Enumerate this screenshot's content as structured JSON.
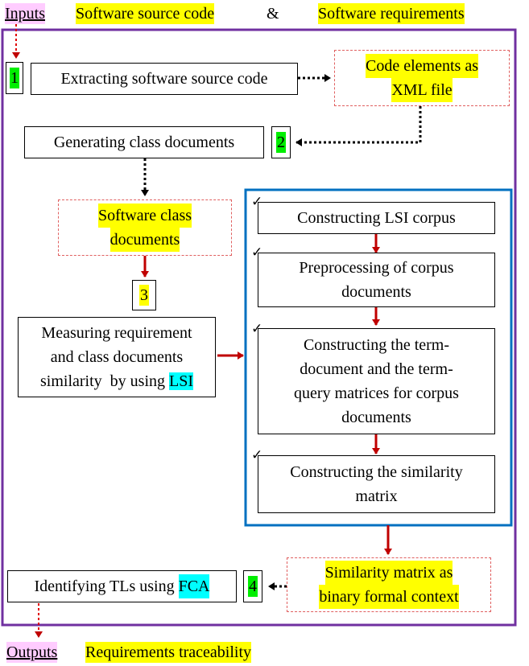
{
  "header": {
    "inputs_label": "Inputs",
    "source_code": "Software source code",
    "ampersand": "&",
    "requirements": "Software requirements"
  },
  "footer": {
    "outputs_label": "Outputs",
    "traceability": "Requirements traceability"
  },
  "steps": {
    "s1": {
      "num": "1",
      "text": "Extracting software source code"
    },
    "code_elements": {
      "line1": "Code elements as",
      "line2": "XML file"
    },
    "s2": {
      "num": "2",
      "text": "Generating class documents"
    },
    "class_docs": {
      "line1": "Software class",
      "line2": "documents"
    },
    "s3": {
      "num": "3",
      "line1": "Measuring requirement",
      "line2": "and class documents",
      "line3a": "similarity  by using ",
      "line3b": "LSI"
    },
    "similarity_ctx": {
      "line1": "Similarity  matrix as",
      "line2": "binary formal context"
    },
    "s4": {
      "num": "4",
      "text_a": "Identifying TLs using ",
      "text_b": "FCA"
    }
  },
  "lsi": {
    "check": "✓",
    "sub1": "Constructing LSI corpus",
    "sub2_l1": "Preprocessing of corpus",
    "sub2_l2": "documents",
    "sub3_l1": "Constructing the term-",
    "sub3_l2": "document and the term-",
    "sub3_l3": "query matrices for corpus",
    "sub3_l4": "documents",
    "sub4_l1": "Constructing the similarity",
    "sub4_l2": "matrix"
  },
  "colors": {
    "outer_border": "#7030a0",
    "lsi_border": "#0070c0",
    "solid_arrow": "#c00000",
    "dashed_box": "#e06060",
    "highlight_yellow": "#ffff00",
    "highlight_green": "#00ee00",
    "highlight_cyan": "#00ffff",
    "highlight_pink": "#ffccff"
  }
}
